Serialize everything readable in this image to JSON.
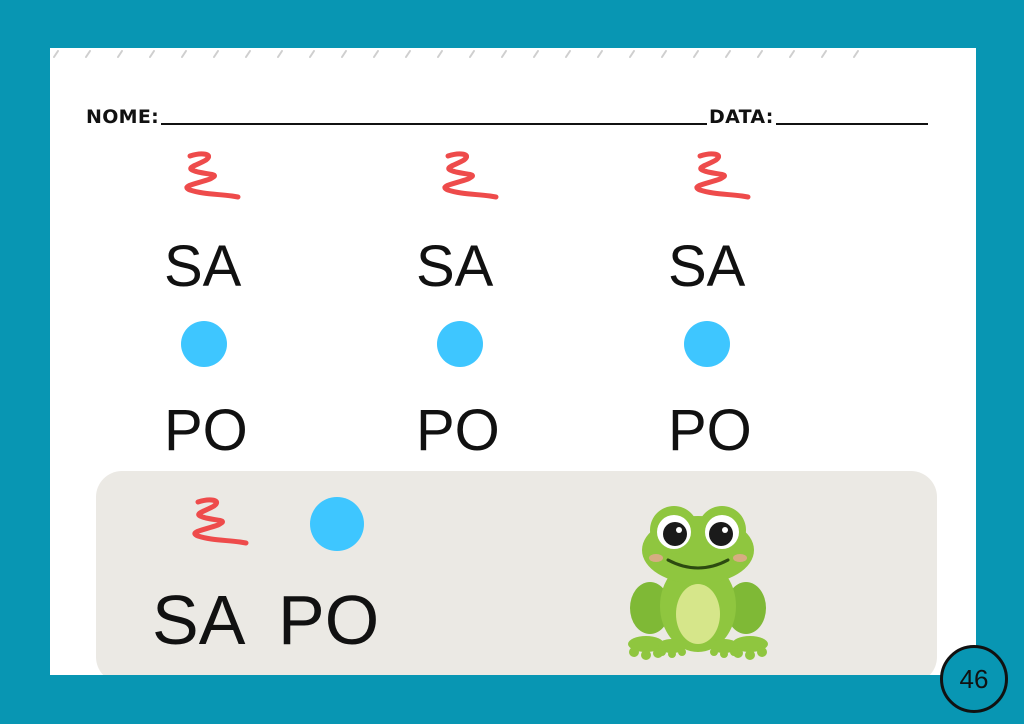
{
  "header": {
    "name_label": "NOME:",
    "date_label": "DATA:"
  },
  "columns": [
    {
      "top_syllable": "SA",
      "bottom_syllable": "PO"
    },
    {
      "top_syllable": "SA",
      "bottom_syllable": "PO"
    },
    {
      "top_syllable": "SA",
      "bottom_syllable": "PO"
    }
  ],
  "answer": {
    "syllable_1": "SA",
    "syllable_2": "PO"
  },
  "page_number": "46",
  "colors": {
    "frame": "#0896b3",
    "squiggle": "#ee4b4b",
    "dot": "#3ec6ff",
    "panel": "#ebe9e4",
    "frog": "#8fc63f"
  },
  "icons": {
    "symbol_1": "red-squiggle-icon",
    "symbol_2": "blue-dot-icon",
    "illustration": "frog-icon"
  }
}
